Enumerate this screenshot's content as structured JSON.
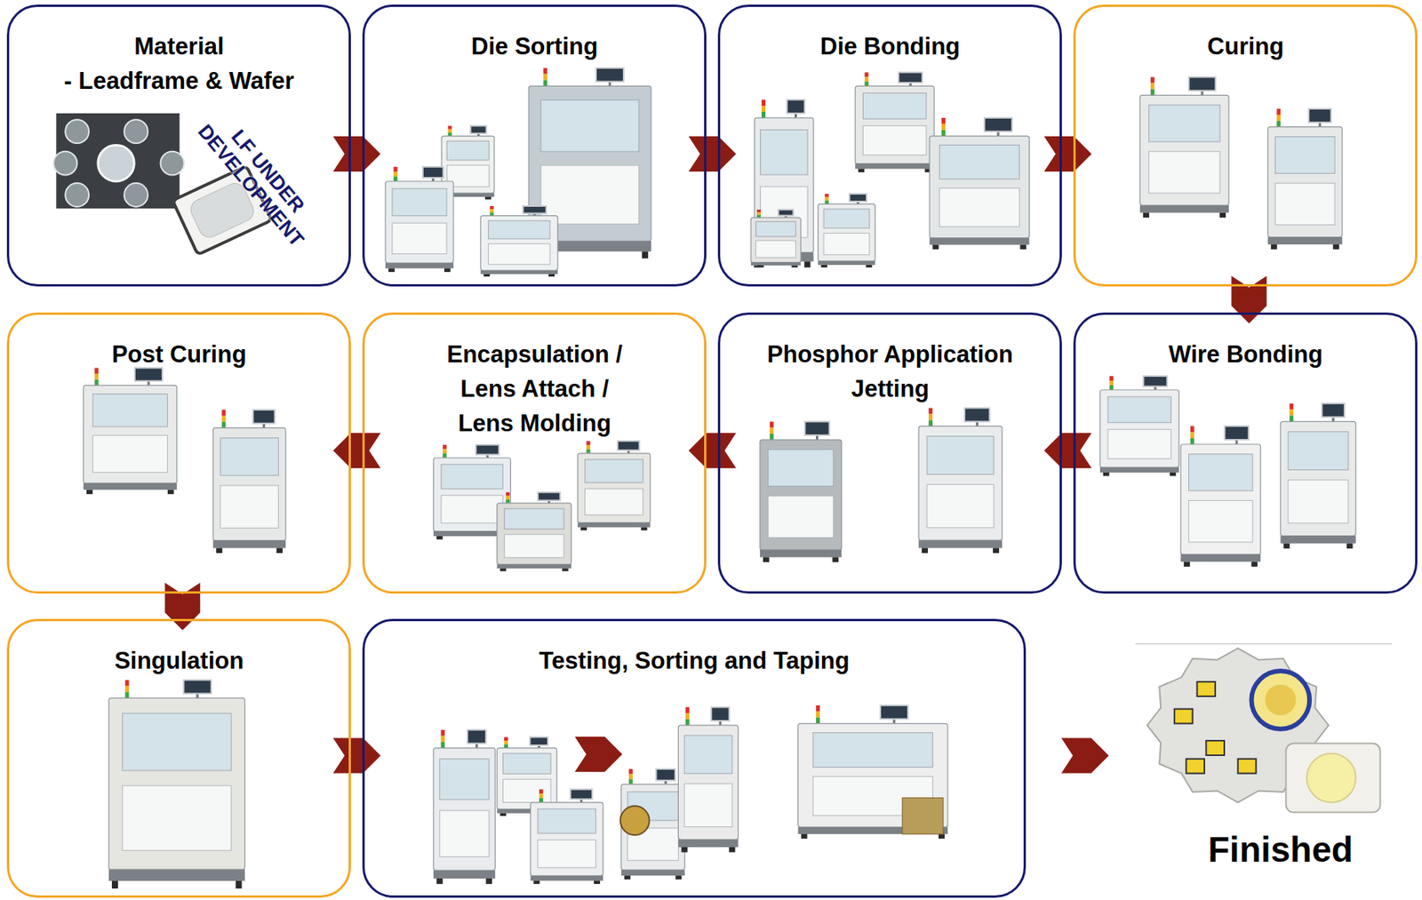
{
  "diagram": {
    "nodes": [
      {
        "text": [
          "Material",
          "- Leadframe & Wafer",
          "LF UNDER DEVELOPMENT"
        ]
      },
      {
        "text": [
          "Die Sorting"
        ]
      },
      {
        "text": [
          "Die Bonding"
        ]
      },
      {
        "text": [
          "Curing"
        ]
      },
      {
        "text": [
          "Wire Bonding"
        ]
      },
      {
        "text": [
          "Phosphor Application Jetting"
        ]
      },
      {
        "text": [
          "Encapsulation / Lens Attach / Lens Molding"
        ]
      },
      {
        "text": [
          "Post Curing"
        ]
      },
      {
        "text": [
          "Singulation"
        ]
      },
      {
        "text": [
          "Testing, Sorting and Taping"
        ]
      },
      {
        "text": [
          "Finished"
        ]
      }
    ],
    "edges": [
      {
        "from": 0,
        "to": 1,
        "arrow": "to"
      },
      {
        "from": 1,
        "to": 2,
        "arrow": "to"
      },
      {
        "from": 2,
        "to": 3,
        "arrow": "to"
      },
      {
        "from": 3,
        "to": 4,
        "arrow": "to"
      },
      {
        "from": 4,
        "to": 5,
        "arrow": "to"
      },
      {
        "from": 5,
        "to": 6,
        "arrow": "to"
      },
      {
        "from": 6,
        "to": 7,
        "arrow": "to"
      },
      {
        "from": 7,
        "to": 8,
        "arrow": "to"
      },
      {
        "from": 8,
        "to": 9,
        "arrow": "to"
      },
      {
        "from": 9,
        "to": 10,
        "arrow": "to"
      }
    ]
  }
}
